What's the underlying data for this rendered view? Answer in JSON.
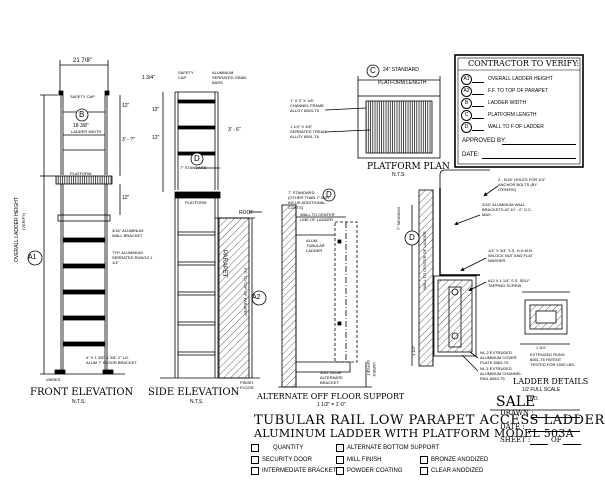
{
  "views": {
    "front_elevation": {
      "title": "FRONT ELEVATION",
      "scale": "N.T.S."
    },
    "side_elevation": {
      "title": "SIDE ELEVATION",
      "scale": "N.T.S."
    },
    "platform_plan": {
      "title": "PLATFORM PLAN",
      "scale": "N.T.S."
    },
    "alt_floor": {
      "title": "ALTERNATE OFF FLOOR SUPPORT",
      "scale": "1 1/2\" = 1'-0\""
    },
    "ladder_details": {
      "title": "LADDER DETAILS",
      "scale": "1/2 FULL SCALE"
    }
  },
  "contractor": {
    "title": "CONTRACTOR TO VERIFY:",
    "rows": [
      {
        "tag": "A1",
        "label": "OVERALL LADDER HEIGHT"
      },
      {
        "tag": "A2",
        "label": "F.F. TO TOP OF PARAPET"
      },
      {
        "tag": "B",
        "label": "LADDER WIDTH"
      },
      {
        "tag": "C",
        "label": "PLATFORM LENGTH"
      },
      {
        "tag": "D",
        "label": "WALL TO F OF LADDER"
      }
    ],
    "approved_by": "APPROVED BY:",
    "date": "DATE:"
  },
  "dims": {
    "front_width": "21 7/8\"",
    "safety_cap": "SAFETY CAP",
    "ladder_width_val": "18 3/8\"",
    "ladder_width_lbl": "LADDER WIDTH",
    "d12a": "12\"",
    "d3a": "3' - ?\"",
    "platform": "PLATFORM",
    "d12b": "12\"",
    "overall_height": "OVERALL LADDER HEIGHT",
    "verify": "(VERIFY)",
    "wall_bracket": "3/16\" ALUMINUM WALL BRACKET",
    "rungs": "TYP. ALUMINUM SERRATED RUNGS 1 1/4\"",
    "angle": "4\" X 1 3/8\" X 3/8\" 2\" LG. ALUM 7\" FLOOR BRACKET",
    "varies": "VARIES",
    "d134": "1 3/4\"",
    "safety_cap2": "SAFETY CAP",
    "grab_bars": "ALUMINUM SERRATED GRAB BARS",
    "d12c": "12\"",
    "d12d": "12\"",
    "d3_6": "3' - 6\"",
    "seven_std": "7\" STANDARD",
    "platform2": "PLATFORM",
    "roof": "ROOF",
    "parapet": "PARAPET",
    "ff_parapet": "F.F. TO TOP OF PARAPET",
    "finish_floor": "FINISH FLOOR",
    "std24": "24\" STANDARD",
    "platform_length": "PLATFORM LENGTH",
    "channel": "1\" X 3\" X 1/8\" CHANNEL FRAME ALLOY 6063-T5",
    "tread": "1 1/4\" X 1/8\" SERRATED TREAD ALLOY 6061-T6",
    "alt_std": "7\" STANDARD (OTHER THAN 7\" MAY INCUR ADDITIONAL COSTS)",
    "wall_center": "WALL TO CENTER LINE OF LADDER",
    "alum_tubular": "ALUM. TUBULAR LADDER",
    "alt_bracket": "3/16\" ALUM ALTERNATE BRACKET",
    "d_holes": "2 - 5/16\" HOLES FOR 1/4\" ANCHOR BOLTS (BY OTHERS)",
    "wall_brackets": "3/16\" ALUMINUM WALL BRACKETS AT 10' - 0\" O.C. MAX.",
    "hex_bolt": "1/4\" X 3/4\" S.S. H.H.M.B. W/LOCK NUT AND FLAT WASHER",
    "screw": "#12 X 1 1/4\" S.S. SELF TAPPING SCREW",
    "one_three_q": "1 3/4\"",
    "extruded_rung": "EXTRUDED RUNG 6061-T6 PATENT TESTED FOR 1500 LBS.",
    "cover_plate": "NL-2 EXTRUDED ALUMINUM COVER PLATE 6063-T5",
    "channel_rail": "NL-1 EXTRUDED ALUMINUM CHANNEL RAIL 6063-T5",
    "minimum": "7\" MINIMUM",
    "wall_ctr2": "WALL TO CENTER OF LADDER",
    "half": "1 1/2\"",
    "offset": "OFFSET",
    "varies2": "VARIES"
  },
  "tags": {
    "A1": "A1",
    "A2": "A2",
    "B": "B",
    "C": "C",
    "D": "D"
  },
  "title_block": {
    "title1": "TUBULAR RAIL LOW PARAPET ACCESS LADDER",
    "title2": "ALUMINUM LADDER WITH PLATFORM MODEL 503A",
    "sale": "SALE",
    "sale_no": "NO.",
    "drawn": "DRAWN :",
    "date": "DATE :",
    "sheet": "SHEET :",
    "of": "OF",
    "options": [
      {
        "label": "QUANTITY"
      },
      {
        "label": "ALTERNATE BOTTOM SUPPORT"
      },
      {
        "label": "SECURITY DOOR"
      },
      {
        "label": "MILL FINISH"
      },
      {
        "label": "BRONZE ANODIZED"
      },
      {
        "label": "INTERMEDIATE BRACKET"
      },
      {
        "label": "POWDER COATING"
      },
      {
        "label": "CLEAR ANODIZED"
      }
    ]
  }
}
